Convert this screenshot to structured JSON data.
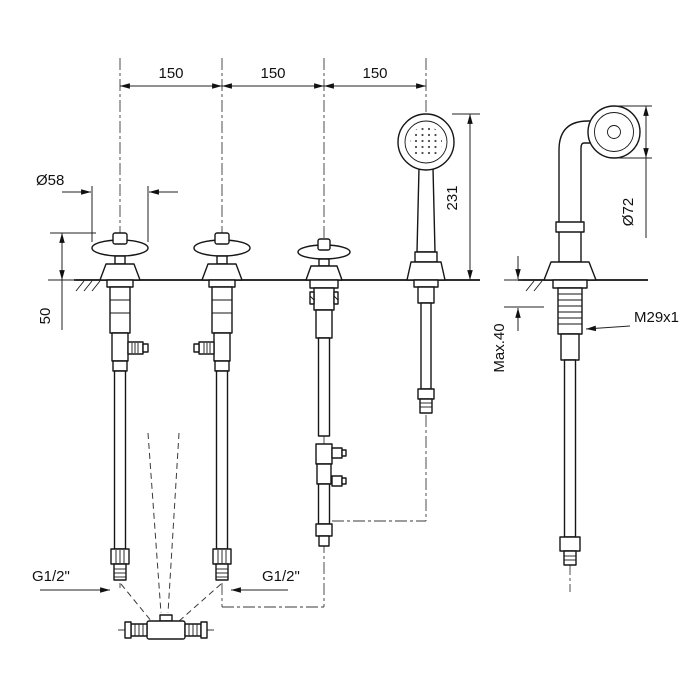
{
  "diagram": {
    "colors": {
      "line": "#1a1a1a",
      "background": "#ffffff"
    },
    "labels": {
      "dim_150_a": "150",
      "dim_150_b": "150",
      "dim_150_c": "150",
      "dim_d58": "Ø58",
      "dim_50": "50",
      "dim_231": "231",
      "dim_d72": "Ø72",
      "dim_max40": "Max.40",
      "dim_thread": "M29x1",
      "dim_g12_left": "G1/2\"",
      "dim_g12_right": "G1/2\""
    },
    "components": [
      "left-valve",
      "right-valve",
      "spout-valve",
      "handshower",
      "handshower-holder-side-view",
      "mixer-tee"
    ]
  }
}
